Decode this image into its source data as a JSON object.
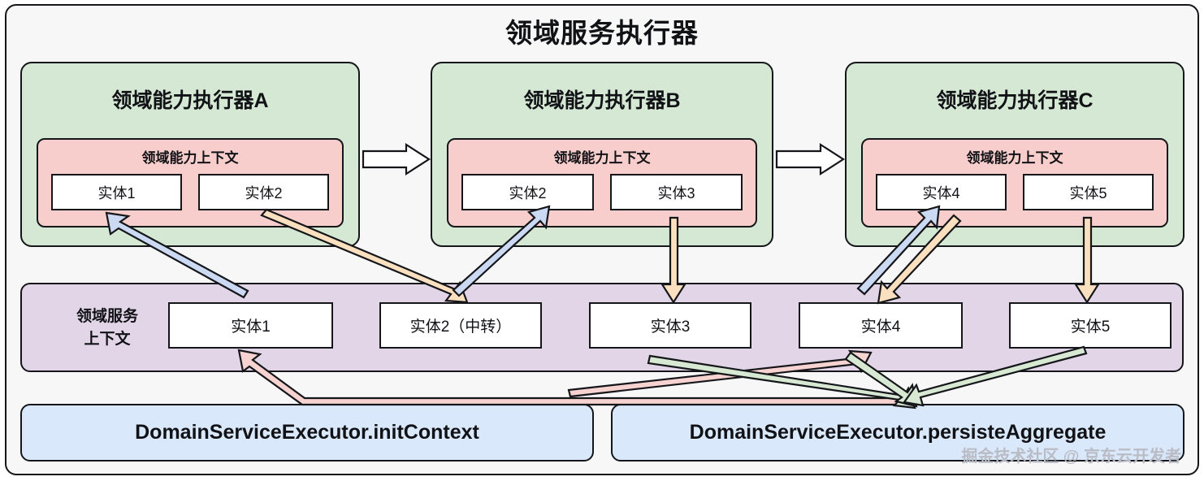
{
  "title": "领域服务执行器",
  "colors": {
    "frame_bg": "#f7f7f8",
    "executor_green": "#d5e8d4",
    "capability_pink": "#f8cecc",
    "service_purple": "#e1d5e7",
    "method_blue": "#dae8fc",
    "entity_white": "#ffffff",
    "stroke": "#15161a",
    "arrow_blue": "#ccd9f2",
    "arrow_orange": "#fbe0c0",
    "arrow_green": "#d7e8d3",
    "arrow_pink": "#f6d2d0",
    "arrow_white": "#ffffff",
    "watermark": "#b9bcc4"
  },
  "executors": [
    {
      "title": "领域能力执行器A",
      "context_title": "领域能力上下文",
      "entities": [
        "实体1",
        "实体2"
      ]
    },
    {
      "title": "领域能力执行器B",
      "context_title": "领域能力上下文",
      "entities": [
        "实体2",
        "实体3"
      ]
    },
    {
      "title": "领域能力执行器C",
      "context_title": "领域能力上下文",
      "entities": [
        "实体4",
        "实体5"
      ]
    }
  ],
  "service_context": {
    "label_line1": "领域服务",
    "label_line2": "上下文",
    "entities": [
      "实体1",
      "实体2（中转）",
      "实体3",
      "实体4",
      "实体5"
    ]
  },
  "methods": [
    "DomainServiceExecutor.initContext",
    "DomainServiceExecutor.persisteAggregate"
  ],
  "watermark": "掘金技术社区 @ 京东云开发者",
  "flow_arrows": {
    "executor_chain": [
      "A→B",
      "B→C"
    ],
    "data_flows": [
      "实体1(服务上下文) → 实体1(执行器A)",
      "实体2(执行器A) → 实体2（中转）",
      "实体2（中转） → 实体2(执行器B)",
      "实体3(执行器B) → 实体3(服务上下文)",
      "实体4(服务上下文) → 实体4(执行器C)",
      "实体4(执行器C) → 实体4(服务上下文)",
      "实体5(执行器C) → 实体5(服务上下文)",
      "initContext → 实体1(服务上下文)",
      "initContext → 实体4(服务上下文)",
      "实体3(服务上下文) → persisteAggregate",
      "实体4(服务上下文) → persisteAggregate",
      "实体5(服务上下文) → persisteAggregate"
    ]
  }
}
